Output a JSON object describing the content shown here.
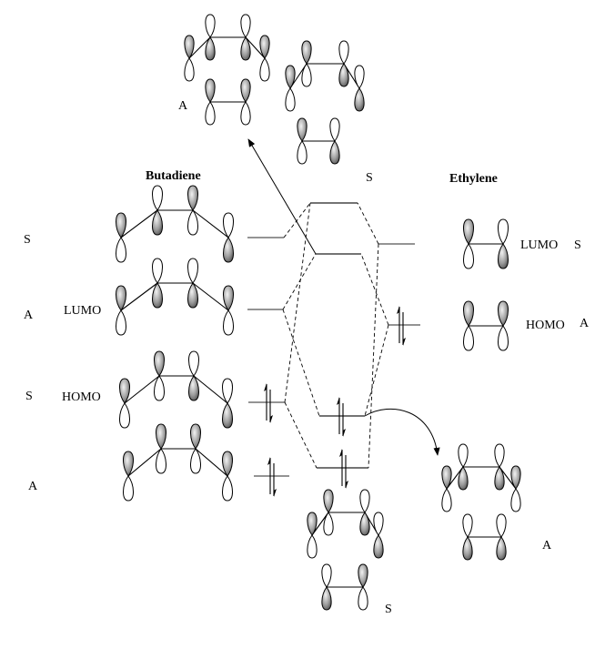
{
  "diagram": {
    "type": "molecular-orbital-correlation",
    "butadiene": {
      "title": "Butadiene",
      "orbitals": [
        {
          "id": "psi4",
          "symmetry": "S",
          "label": "",
          "electrons": 0,
          "phases": [
            1,
            -1,
            1,
            -1
          ]
        },
        {
          "id": "psi3",
          "symmetry": "A",
          "label": "LUMO",
          "electrons": 0,
          "phases": [
            1,
            -1,
            -1,
            1
          ]
        },
        {
          "id": "psi2",
          "symmetry": "S",
          "label": "HOMO",
          "electrons": 2,
          "phases": [
            1,
            1,
            -1,
            -1
          ]
        },
        {
          "id": "psi1",
          "symmetry": "A",
          "label": "",
          "electrons": 2,
          "phases": [
            1,
            1,
            1,
            1
          ]
        }
      ]
    },
    "ethylene": {
      "title": "Ethylene",
      "orbitals": [
        {
          "id": "pi_star",
          "symmetry": "S",
          "label": "LUMO",
          "electrons": 0,
          "phases": [
            1,
            -1
          ]
        },
        {
          "id": "pi",
          "symmetry": "A",
          "label": "HOMO",
          "electrons": 2,
          "phases": [
            1,
            1
          ]
        }
      ]
    },
    "product_levels": [
      {
        "id": "p4",
        "electrons": 0
      },
      {
        "id": "p3",
        "electrons": 0
      },
      {
        "id": "p2",
        "electrons": 2
      },
      {
        "id": "p1",
        "electrons": 2
      }
    ],
    "interaction_pictures": [
      {
        "id": "top-left",
        "symmetry": "A"
      },
      {
        "id": "top-right",
        "symmetry": "S"
      },
      {
        "id": "bottom-center",
        "symmetry": "S"
      },
      {
        "id": "bottom-right",
        "symmetry": "A"
      }
    ]
  },
  "colors": {
    "lobe_fill_light": "#f0f0f0",
    "lobe_fill_dark": "#555555",
    "level_line": "#555555",
    "ink": "#000000"
  }
}
